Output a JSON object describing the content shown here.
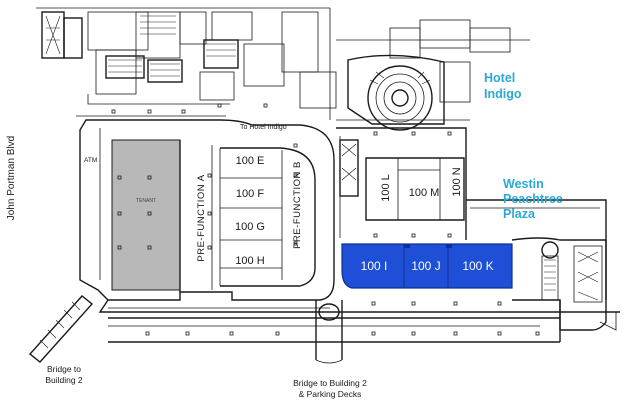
{
  "colors": {
    "highlight": "#1e4fd6",
    "tenant": "#b8b8b8",
    "hotel_label": "#2aa9d6",
    "line": "#1a1a1a"
  },
  "hotels": {
    "indigo": [
      "Hotel",
      "Indigo"
    ],
    "westin": [
      "Westin",
      "Peachtree",
      "Plaza"
    ]
  },
  "street": "John Portman Blvd",
  "to_hotel_indigo": "To Hotel Indigo",
  "atm": "ATM",
  "tenant": "TENANT",
  "prefunction_a": "PRE-FUNCTION A",
  "prefunction_b": "PRE-FUNCTION B",
  "rooms": {
    "e": "100 E",
    "f": "100 F",
    "g": "100 G",
    "h": "100 H",
    "i": "100 I",
    "j": "100 J",
    "k": "100 K",
    "l": "100 L",
    "m": "100 M",
    "n": "100 N"
  },
  "bridges": {
    "building2": [
      "Bridge to",
      "Building 2"
    ],
    "building2_parking": [
      "Bridge to Building 2",
      "& Parking Decks"
    ]
  }
}
